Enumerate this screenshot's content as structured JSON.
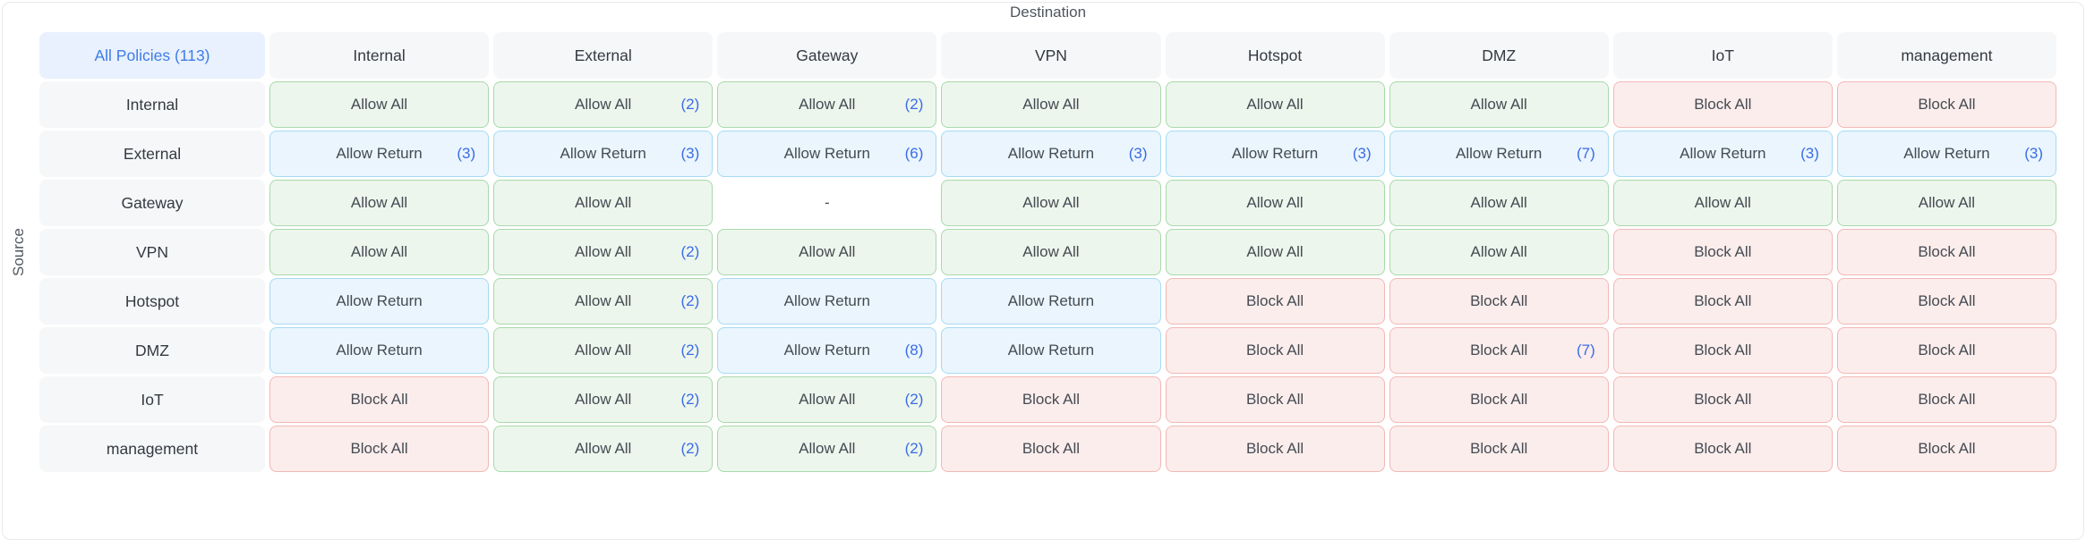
{
  "labels": {
    "destination": "Destination",
    "source": "Source",
    "all_policies": "All Policies (113)",
    "empty_cell": "-"
  },
  "colors": {
    "accent_count_blue": "#3a6ce8",
    "all_policies_bg": "#e8f1fd",
    "all_policies_text": "#3f7ce8",
    "header_bg": "#f6f7f8",
    "allow_bg": "#ecf6ec",
    "allow_border": "#a9d9ab",
    "return_bg": "#eaf5fd",
    "return_border": "#a7daf4",
    "block_bg": "#fbedec",
    "block_border": "#f2b8b4"
  },
  "columns": [
    "Internal",
    "External",
    "Gateway",
    "VPN",
    "Hotspot",
    "DMZ",
    "IoT",
    "management"
  ],
  "rows": [
    {
      "label": "Internal",
      "cells": [
        {
          "action": "Allow All",
          "type": "allow",
          "count": null
        },
        {
          "action": "Allow All",
          "type": "allow",
          "count": "(2)"
        },
        {
          "action": "Allow All",
          "type": "allow",
          "count": "(2)"
        },
        {
          "action": "Allow All",
          "type": "allow",
          "count": null
        },
        {
          "action": "Allow All",
          "type": "allow",
          "count": null
        },
        {
          "action": "Allow All",
          "type": "allow",
          "count": null
        },
        {
          "action": "Block All",
          "type": "block",
          "count": null
        },
        {
          "action": "Block All",
          "type": "block",
          "count": null
        }
      ]
    },
    {
      "label": "External",
      "cells": [
        {
          "action": "Allow Return",
          "type": "return",
          "count": "(3)"
        },
        {
          "action": "Allow Return",
          "type": "return",
          "count": "(3)"
        },
        {
          "action": "Allow Return",
          "type": "return",
          "count": "(6)"
        },
        {
          "action": "Allow Return",
          "type": "return",
          "count": "(3)"
        },
        {
          "action": "Allow Return",
          "type": "return",
          "count": "(3)"
        },
        {
          "action": "Allow Return",
          "type": "return",
          "count": "(7)"
        },
        {
          "action": "Allow Return",
          "type": "return",
          "count": "(3)"
        },
        {
          "action": "Allow Return",
          "type": "return",
          "count": "(3)"
        }
      ]
    },
    {
      "label": "Gateway",
      "cells": [
        {
          "action": "Allow All",
          "type": "allow",
          "count": null
        },
        {
          "action": "Allow All",
          "type": "allow",
          "count": null
        },
        {
          "action": "-",
          "type": "none",
          "count": null
        },
        {
          "action": "Allow All",
          "type": "allow",
          "count": null
        },
        {
          "action": "Allow All",
          "type": "allow",
          "count": null
        },
        {
          "action": "Allow All",
          "type": "allow",
          "count": null
        },
        {
          "action": "Allow All",
          "type": "allow",
          "count": null
        },
        {
          "action": "Allow All",
          "type": "allow",
          "count": null
        }
      ]
    },
    {
      "label": "VPN",
      "cells": [
        {
          "action": "Allow All",
          "type": "allow",
          "count": null
        },
        {
          "action": "Allow All",
          "type": "allow",
          "count": "(2)"
        },
        {
          "action": "Allow All",
          "type": "allow",
          "count": null
        },
        {
          "action": "Allow All",
          "type": "allow",
          "count": null
        },
        {
          "action": "Allow All",
          "type": "allow",
          "count": null
        },
        {
          "action": "Allow All",
          "type": "allow",
          "count": null
        },
        {
          "action": "Block All",
          "type": "block",
          "count": null
        },
        {
          "action": "Block All",
          "type": "block",
          "count": null
        }
      ]
    },
    {
      "label": "Hotspot",
      "cells": [
        {
          "action": "Allow Return",
          "type": "return",
          "count": null
        },
        {
          "action": "Allow All",
          "type": "allow",
          "count": "(2)"
        },
        {
          "action": "Allow Return",
          "type": "return",
          "count": null
        },
        {
          "action": "Allow Return",
          "type": "return",
          "count": null
        },
        {
          "action": "Block All",
          "type": "block",
          "count": null
        },
        {
          "action": "Block All",
          "type": "block",
          "count": null
        },
        {
          "action": "Block All",
          "type": "block",
          "count": null
        },
        {
          "action": "Block All",
          "type": "block",
          "count": null
        }
      ]
    },
    {
      "label": "DMZ",
      "cells": [
        {
          "action": "Allow Return",
          "type": "return",
          "count": null
        },
        {
          "action": "Allow All",
          "type": "allow",
          "count": "(2)"
        },
        {
          "action": "Allow Return",
          "type": "return",
          "count": "(8)"
        },
        {
          "action": "Allow Return",
          "type": "return",
          "count": null
        },
        {
          "action": "Block All",
          "type": "block",
          "count": null
        },
        {
          "action": "Block All",
          "type": "block",
          "count": "(7)"
        },
        {
          "action": "Block All",
          "type": "block",
          "count": null
        },
        {
          "action": "Block All",
          "type": "block",
          "count": null
        }
      ]
    },
    {
      "label": "IoT",
      "cells": [
        {
          "action": "Block All",
          "type": "block",
          "count": null
        },
        {
          "action": "Allow All",
          "type": "allow",
          "count": "(2)"
        },
        {
          "action": "Allow All",
          "type": "allow",
          "count": "(2)"
        },
        {
          "action": "Block All",
          "type": "block",
          "count": null
        },
        {
          "action": "Block All",
          "type": "block",
          "count": null
        },
        {
          "action": "Block All",
          "type": "block",
          "count": null
        },
        {
          "action": "Block All",
          "type": "block",
          "count": null
        },
        {
          "action": "Block All",
          "type": "block",
          "count": null
        }
      ]
    },
    {
      "label": "management",
      "cells": [
        {
          "action": "Block All",
          "type": "block",
          "count": null
        },
        {
          "action": "Allow All",
          "type": "allow",
          "count": "(2)"
        },
        {
          "action": "Allow All",
          "type": "allow",
          "count": "(2)"
        },
        {
          "action": "Block All",
          "type": "block",
          "count": null
        },
        {
          "action": "Block All",
          "type": "block",
          "count": null
        },
        {
          "action": "Block All",
          "type": "block",
          "count": null
        },
        {
          "action": "Block All",
          "type": "block",
          "count": null
        },
        {
          "action": "Block All",
          "type": "block",
          "count": null
        }
      ]
    }
  ]
}
